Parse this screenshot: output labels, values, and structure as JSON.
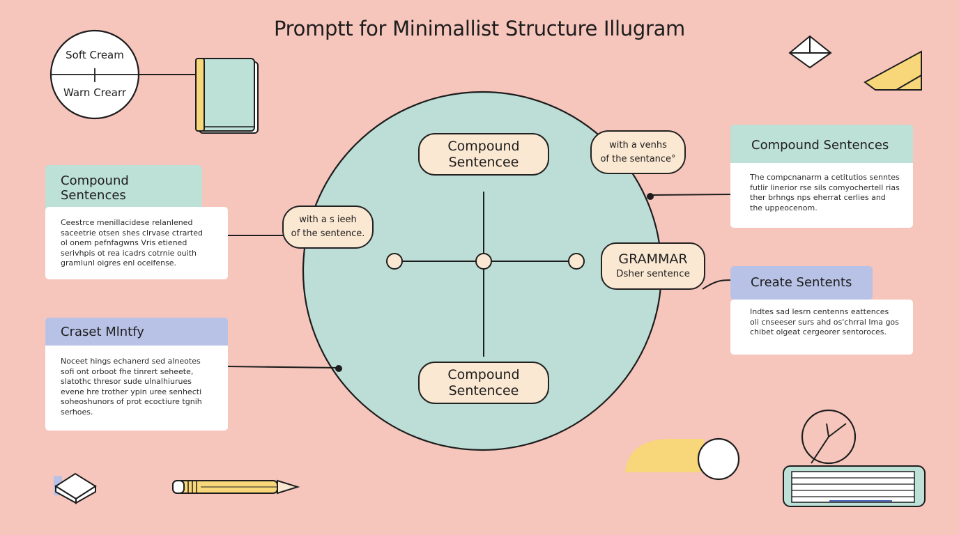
{
  "title": "Promptt for Minimallist Structure Illugram",
  "badge": {
    "top": "Soft Cream",
    "bottom": "Warn Crearr"
  },
  "center": {
    "top_pill": [
      "Compound",
      "Sentencee"
    ],
    "bottom_pill": [
      "Compound",
      "Sentencee"
    ]
  },
  "bubbles": {
    "left": [
      "with a s ieeh",
      "of the sentence."
    ],
    "top_right": [
      "with a venhs",
      "of the sentance°"
    ],
    "grammar": [
      "GRAMMAR",
      "Dsher sentence"
    ]
  },
  "cards": {
    "left_top": {
      "heading": [
        "Compound",
        "Sentences"
      ],
      "lines": [
        "Ceestrce menillacidese relanlened",
        "saceetrie otsen shes clrvase ctrarted",
        "ol onem pefnfagwns Vris etiened",
        "serivhpis ot rea icadrs cotrnie ouith",
        "gramlunl oigres enl oceifense."
      ]
    },
    "left_bottom": {
      "heading": "Craset Mlntfy",
      "lines": [
        "Noceet hings echanerd sed alneotes",
        "sofi ont orboot fhe tinrert seheete,",
        "slatothc thresor sude ulnalhiurues",
        "evene hre trother ypin uree senhecti",
        "soheoshunors of prot ecoctiure tgnih",
        "serhoes."
      ]
    },
    "right_top": {
      "heading": "Compound Sentences",
      "lines": [
        "The compcnanarm a cetitutios senntes",
        "futlir linerior rse sils comyochertell rias",
        "ther brhngs nps eherrat cerlies and",
        "the uppeocenom."
      ]
    },
    "right_bottom": {
      "heading": "Create Sentents",
      "lines": [
        "Indtes sad lesrn centenns eattences",
        "oli cnseeser surs ahd os'chrral lma gos",
        "chibet olgeat cergeorer sentoroces."
      ]
    }
  },
  "colors": {
    "background": "#f6c5bc",
    "circle": "#bcded6",
    "mint": "#bde0d7",
    "lavender": "#b8c2e6",
    "cream": "#fbe8d2",
    "yellow": "#f8d67a"
  }
}
